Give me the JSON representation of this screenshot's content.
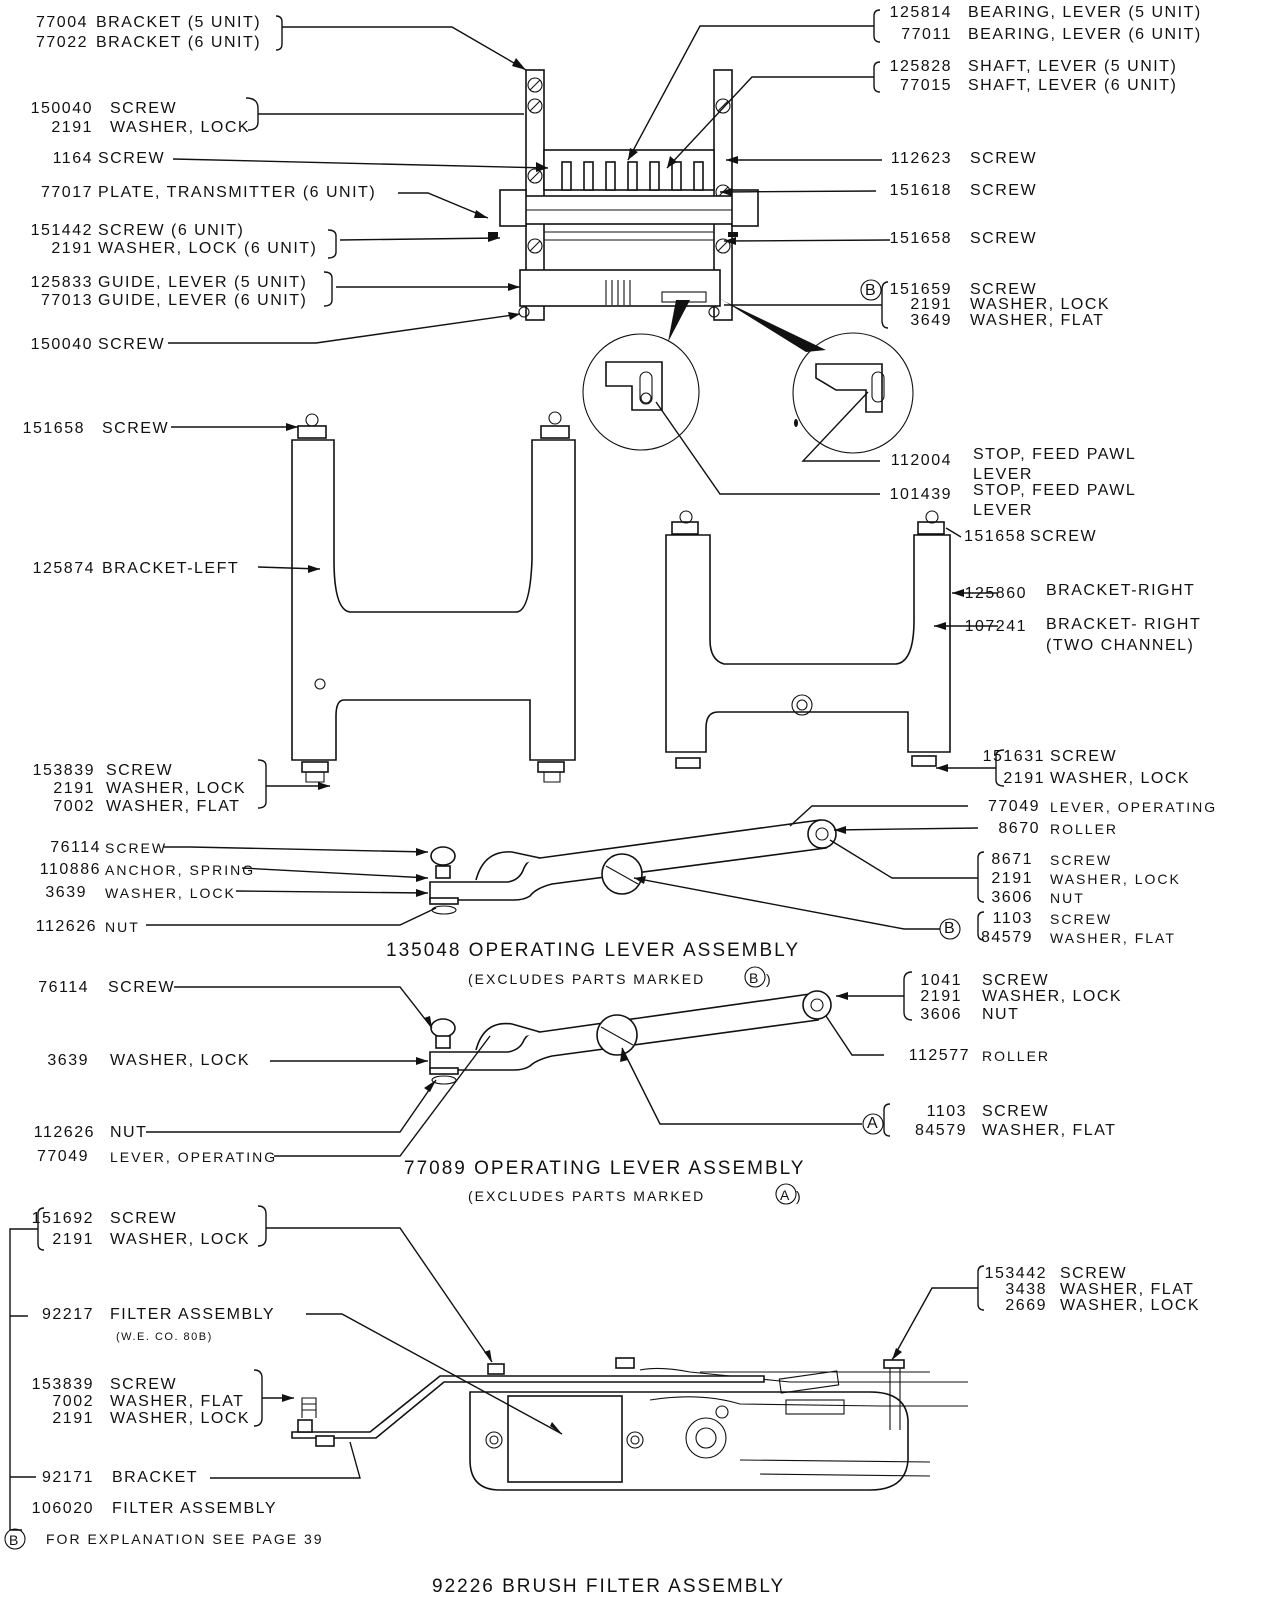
{
  "callouts": [
    {
      "id": "c1",
      "num": "77004",
      "desc": "BRACKET (5 UNIT)"
    },
    {
      "id": "c2",
      "num": "77022",
      "desc": "BRACKET (6 UNIT)"
    },
    {
      "id": "c3",
      "num": "150040",
      "desc": "SCREW"
    },
    {
      "id": "c4",
      "num": "2191",
      "desc": "WASHER, LOCK"
    },
    {
      "id": "c5",
      "num": "1164",
      "desc": "SCREW"
    },
    {
      "id": "c6",
      "num": "77017",
      "desc": "PLATE, TRANSMITTER (6 UNIT)"
    },
    {
      "id": "c7",
      "num": "151442",
      "desc": "SCREW (6 UNIT)"
    },
    {
      "id": "c8",
      "num": "2191",
      "desc": "WASHER, LOCK (6 UNIT)"
    },
    {
      "id": "c9",
      "num": "125833",
      "desc": "GUIDE, LEVER (5 UNIT)"
    },
    {
      "id": "c10",
      "num": "77013",
      "desc": "GUIDE, LEVER (6 UNIT)"
    },
    {
      "id": "c11",
      "num": "150040",
      "desc": "SCREW"
    },
    {
      "id": "c12",
      "num": "125814",
      "desc": "BEARING, LEVER (5 UNIT)"
    },
    {
      "id": "c13",
      "num": "77011",
      "desc": "BEARING, LEVER (6 UNIT)"
    },
    {
      "id": "c14",
      "num": "125828",
      "desc": "SHAFT, LEVER (5 UNIT)"
    },
    {
      "id": "c15",
      "num": "77015",
      "desc": "SHAFT, LEVER (6 UNIT)"
    },
    {
      "id": "c16",
      "num": "112623",
      "desc": "SCREW"
    },
    {
      "id": "c17",
      "num": "151618",
      "desc": "SCREW"
    },
    {
      "id": "c18",
      "num": "151658",
      "desc": "SCREW"
    },
    {
      "id": "c19",
      "num": "151659",
      "desc": "SCREW"
    },
    {
      "id": "c20",
      "num": "2191",
      "desc": "WASHER, LOCK"
    },
    {
      "id": "c21",
      "num": "3649",
      "desc": "WASHER, FLAT"
    },
    {
      "id": "c22",
      "num": "112004",
      "desc": "STOP, FEED PAWL"
    },
    {
      "id": "c23",
      "num": "",
      "desc": "LEVER"
    },
    {
      "id": "c24",
      "num": "101439",
      "desc": "STOP, FEED PAWL"
    },
    {
      "id": "c25",
      "num": "",
      "desc": "LEVER"
    },
    {
      "id": "c26",
      "num": "151658",
      "desc": "SCREW"
    },
    {
      "id": "c27",
      "num": "125874",
      "desc": "BRACKET-LEFT"
    },
    {
      "id": "c28",
      "num": "151658",
      "desc": "SCREW"
    },
    {
      "id": "c29",
      "num": "125860",
      "desc": "BRACKET-RIGHT"
    },
    {
      "id": "c30",
      "num": "107241",
      "desc": "BRACKET- RIGHT"
    },
    {
      "id": "c31",
      "num": "",
      "desc": "(TWO CHANNEL)"
    },
    {
      "id": "c32",
      "num": "153839",
      "desc": "SCREW"
    },
    {
      "id": "c33",
      "num": "2191",
      "desc": "WASHER, LOCK"
    },
    {
      "id": "c34",
      "num": "7002",
      "desc": "WASHER, FLAT"
    },
    {
      "id": "c35",
      "num": "151631",
      "desc": "SCREW"
    },
    {
      "id": "c36",
      "num": "2191",
      "desc": "WASHER, LOCK"
    },
    {
      "id": "c37",
      "num": "76114",
      "desc": "SCREW"
    },
    {
      "id": "c38",
      "num": "110886",
      "desc": "ANCHOR, SPRING"
    },
    {
      "id": "c39",
      "num": "3639",
      "desc": "WASHER, LOCK"
    },
    {
      "id": "c40",
      "num": "112626",
      "desc": "NUT"
    },
    {
      "id": "c41",
      "num": "77049",
      "desc": "LEVER, OPERATING"
    },
    {
      "id": "c42",
      "num": "8670",
      "desc": "ROLLER"
    },
    {
      "id": "c43",
      "num": "8671",
      "desc": "SCREW"
    },
    {
      "id": "c44",
      "num": "2191",
      "desc": "WASHER, LOCK"
    },
    {
      "id": "c45",
      "num": "3606",
      "desc": "NUT"
    },
    {
      "id": "c46",
      "num": "1103",
      "desc": "SCREW"
    },
    {
      "id": "c47",
      "num": "84579",
      "desc": "WASHER, FLAT"
    },
    {
      "id": "c48",
      "num": "76114",
      "desc": "SCREW"
    },
    {
      "id": "c49",
      "num": "3639",
      "desc": "WASHER, LOCK"
    },
    {
      "id": "c50",
      "num": "112626",
      "desc": "NUT"
    },
    {
      "id": "c51",
      "num": "77049",
      "desc": "LEVER, OPERATING"
    },
    {
      "id": "c52",
      "num": "1041",
      "desc": "SCREW"
    },
    {
      "id": "c53",
      "num": "2191",
      "desc": "WASHER, LOCK"
    },
    {
      "id": "c54",
      "num": "3606",
      "desc": "NUT"
    },
    {
      "id": "c55",
      "num": "112577",
      "desc": "ROLLER"
    },
    {
      "id": "c56",
      "num": "1103",
      "desc": "SCREW"
    },
    {
      "id": "c57",
      "num": "84579",
      "desc": "WASHER, FLAT"
    },
    {
      "id": "c58",
      "num": "151692",
      "desc": "SCREW"
    },
    {
      "id": "c59",
      "num": "2191",
      "desc": "WASHER, LOCK"
    },
    {
      "id": "c60",
      "num": "92217",
      "desc": "FILTER ASSEMBLY"
    },
    {
      "id": "c61",
      "num": "",
      "desc": "(W.E. CO. 80B)"
    },
    {
      "id": "c62",
      "num": "153839",
      "desc": "SCREW"
    },
    {
      "id": "c63",
      "num": "7002",
      "desc": "WASHER, FLAT"
    },
    {
      "id": "c64",
      "num": "2191",
      "desc": "WASHER, LOCK"
    },
    {
      "id": "c65",
      "num": "92171",
      "desc": "BRACKET"
    },
    {
      "id": "c66",
      "num": "106020",
      "desc": "FILTER ASSEMBLY"
    },
    {
      "id": "c67",
      "num": "153442",
      "desc": "SCREW"
    },
    {
      "id": "c68",
      "num": "3438",
      "desc": "WASHER, FLAT"
    },
    {
      "id": "c69",
      "num": "2669",
      "desc": "WASHER, LOCK"
    }
  ],
  "markers": {
    "b": "B",
    "a": "A"
  },
  "captions": {
    "assembly_135048": "135048 OPERATING LEVER ASSEMBLY",
    "excludes_b_pre": "(EXCLUDES PARTS MARKED",
    "excludes_b_post": ")",
    "assembly_77089": "77089 OPERATING LEVER ASSEMBLY",
    "excludes_a_pre": "(EXCLUDES PARTS MARKED",
    "excludes_a_post": ")",
    "assembly_92226": "92226 BRUSH FILTER ASSEMBLY",
    "footnote": "FOR EXPLANATION SEE PAGE 39"
  }
}
